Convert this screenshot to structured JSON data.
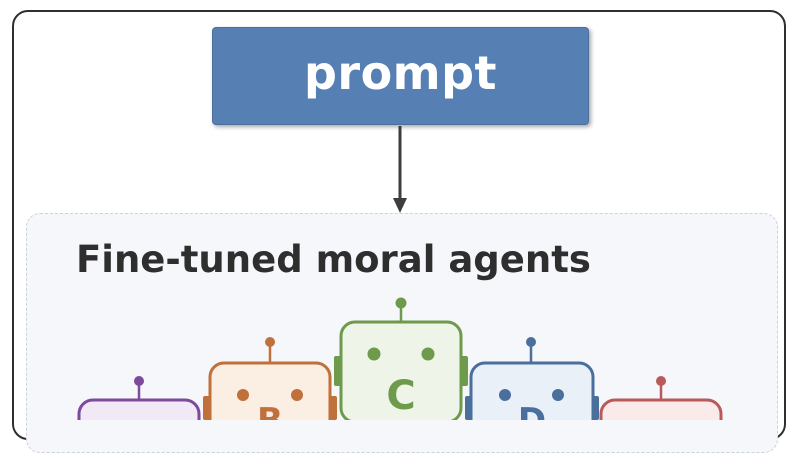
{
  "prompt": {
    "label": "prompt"
  },
  "agents_panel": {
    "title": "Fine-tuned moral agents"
  },
  "agents": [
    {
      "letter": "",
      "color": "#7d4a9c",
      "fill": "#f1e9f6"
    },
    {
      "letter": "B",
      "color": "#c0703a",
      "fill": "#fbeee3"
    },
    {
      "letter": "C",
      "color": "#6e9a4c",
      "fill": "#eef4e8"
    },
    {
      "letter": "D",
      "color": "#4a6f9c",
      "fill": "#e9f0f8"
    },
    {
      "letter": "",
      "color": "#b85a5a",
      "fill": "#fbeaea"
    }
  ]
}
